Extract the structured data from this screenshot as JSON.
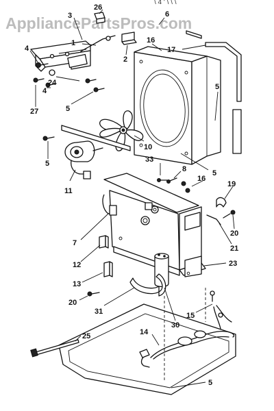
{
  "header": {
    "partial_text": "\\ 4 ' \\ \\ \\ ",
    "watermark": "AppliancePartsPros.com"
  },
  "callouts": [
    {
      "num": "26"
    },
    {
      "num": "3"
    },
    {
      "num": "1"
    },
    {
      "num": "6"
    },
    {
      "num": "16"
    },
    {
      "num": "17"
    },
    {
      "num": "4"
    },
    {
      "num": "2"
    },
    {
      "num": "24"
    },
    {
      "num": "4"
    },
    {
      "num": "5"
    },
    {
      "num": "5"
    },
    {
      "num": "27"
    },
    {
      "num": "5"
    },
    {
      "num": "10"
    },
    {
      "num": "5"
    },
    {
      "num": "33"
    },
    {
      "num": "8"
    },
    {
      "num": "16"
    },
    {
      "num": "19"
    },
    {
      "num": "11"
    },
    {
      "num": "20"
    },
    {
      "num": "21"
    },
    {
      "num": "7"
    },
    {
      "num": "12"
    },
    {
      "num": "23"
    },
    {
      "num": "13"
    },
    {
      "num": "20"
    },
    {
      "num": "31"
    },
    {
      "num": "30"
    },
    {
      "num": "15"
    },
    {
      "num": "25"
    },
    {
      "num": "14"
    },
    {
      "num": "5"
    }
  ]
}
